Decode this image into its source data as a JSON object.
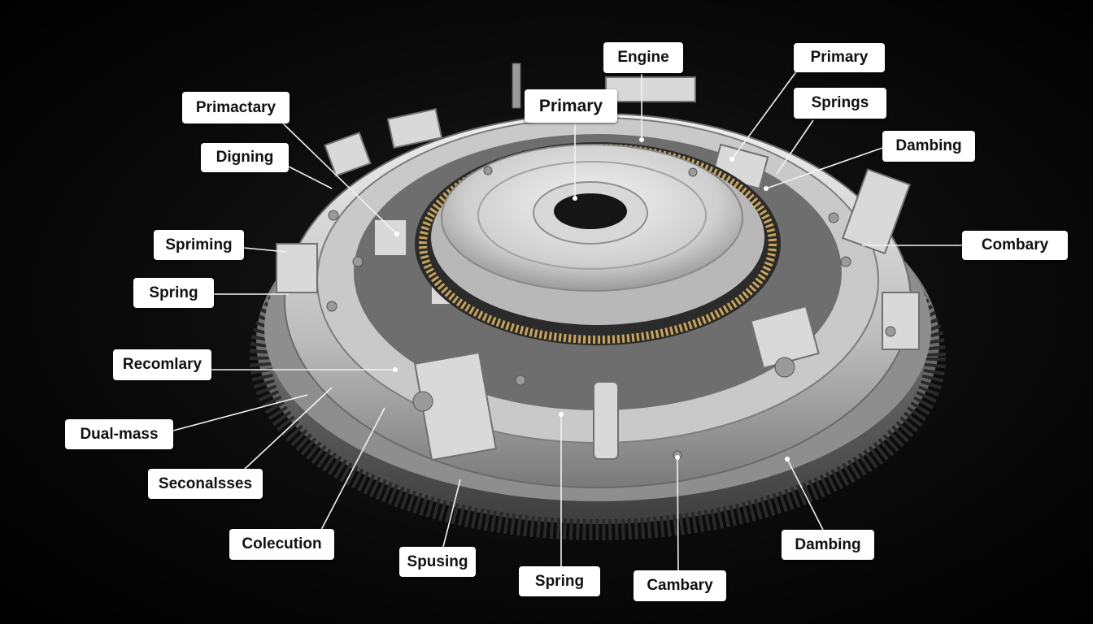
{
  "labels": {
    "engine": "Engine",
    "primary_top_right": "Primary",
    "primary_center": "Primary",
    "springs": "Springs",
    "dambing_right": "Dambing",
    "combary": "Combary",
    "primactary": "Primactary",
    "digning": "Digning",
    "spriming": "Spriming",
    "spring_left": "Spring",
    "recomlary": "Recomlary",
    "dual_mass": "Dual-mass",
    "seconalsses": "Seconalsses",
    "colecution": "Colecution",
    "spusing": "Spusing",
    "spring_bottom": "Spring",
    "cambary": "Cambary",
    "dambing_bottom": "Dambing"
  },
  "colors": {
    "background": "#000000",
    "callout_fill": "#ffffff",
    "metal_light": "#e6e6e6",
    "metal_mid": "#a8a8a8",
    "metal_dark": "#5a5a5a",
    "gear_teeth": "#3a3a3a"
  }
}
